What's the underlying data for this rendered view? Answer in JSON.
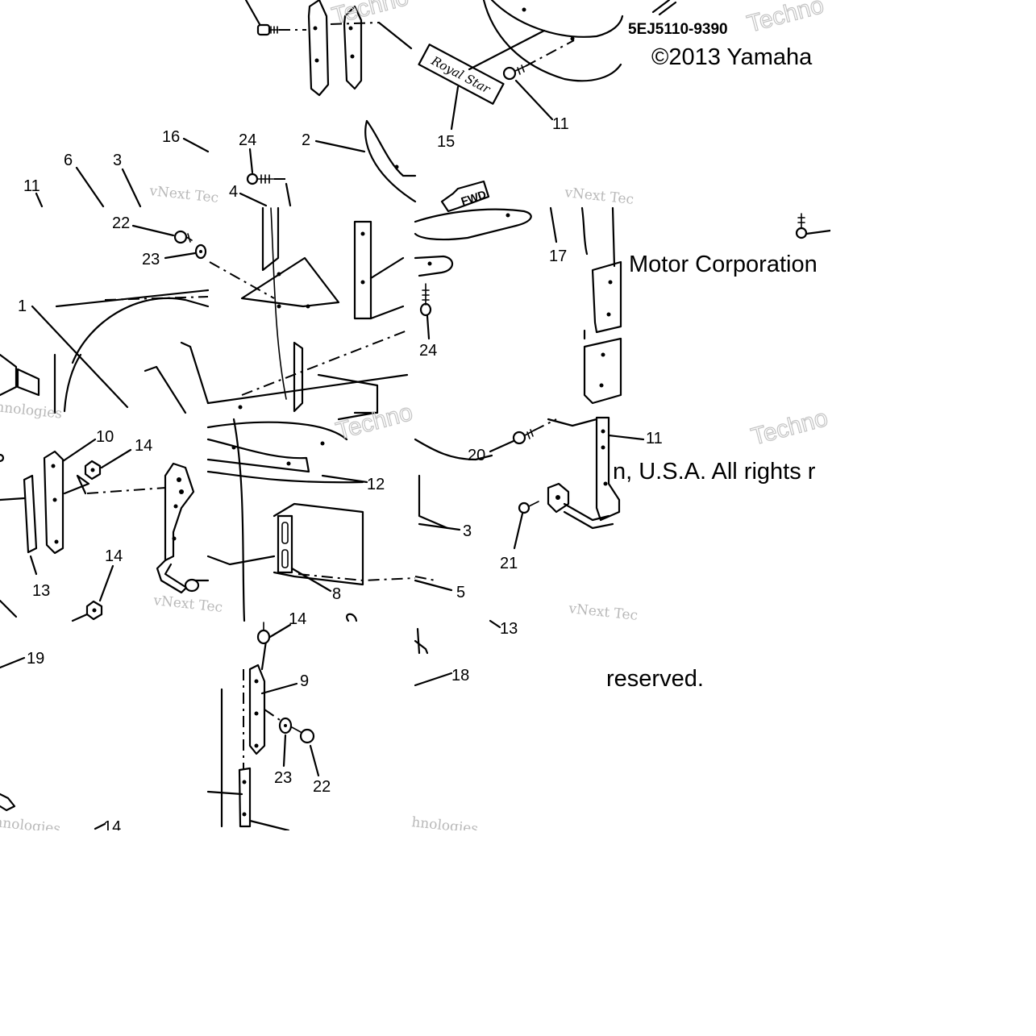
{
  "diagram": {
    "part_number": "5EJ5110-9390",
    "copyright_fragments": [
      "©2013 Yamaha",
      "Motor Corporation",
      "n, U.S.A. All rights r",
      "reserved."
    ],
    "badges": {
      "royal_star": "Royal Star",
      "fwd": "FWD"
    },
    "watermarks": {
      "brand": "vNext Tec",
      "suffix": "hnologies",
      "big": "Techno"
    },
    "callouts": [
      {
        "id": "c-11a",
        "label": "11"
      },
      {
        "id": "c-15",
        "label": "15"
      },
      {
        "id": "c-16",
        "label": "16"
      },
      {
        "id": "c-24a",
        "label": "24"
      },
      {
        "id": "c-2",
        "label": "2"
      },
      {
        "id": "c-6",
        "label": "6"
      },
      {
        "id": "c-3a",
        "label": "3"
      },
      {
        "id": "c-11b",
        "label": "11"
      },
      {
        "id": "c-4",
        "label": "4"
      },
      {
        "id": "c-22a",
        "label": "22"
      },
      {
        "id": "c-23a",
        "label": "23"
      },
      {
        "id": "c-17",
        "label": "17"
      },
      {
        "id": "c-1",
        "label": "1"
      },
      {
        "id": "c-24b",
        "label": "24"
      },
      {
        "id": "c-10",
        "label": "10"
      },
      {
        "id": "c-14a",
        "label": "14"
      },
      {
        "id": "c-11c",
        "label": "11"
      },
      {
        "id": "c-20",
        "label": "20"
      },
      {
        "id": "c-12",
        "label": "12"
      },
      {
        "id": "c-3b",
        "label": "3"
      },
      {
        "id": "c-21",
        "label": "21"
      },
      {
        "id": "c-14b",
        "label": "14"
      },
      {
        "id": "c-13a",
        "label": "13"
      },
      {
        "id": "c-8",
        "label": "8"
      },
      {
        "id": "c-5",
        "label": "5"
      },
      {
        "id": "c-13b",
        "label": "13"
      },
      {
        "id": "c-14c",
        "label": "14"
      },
      {
        "id": "c-19",
        "label": "19"
      },
      {
        "id": "c-9",
        "label": "9"
      },
      {
        "id": "c-18",
        "label": "18"
      },
      {
        "id": "c-23b",
        "label": "23"
      },
      {
        "id": "c-22b",
        "label": "22"
      },
      {
        "id": "c-14d",
        "label": "14"
      }
    ]
  }
}
